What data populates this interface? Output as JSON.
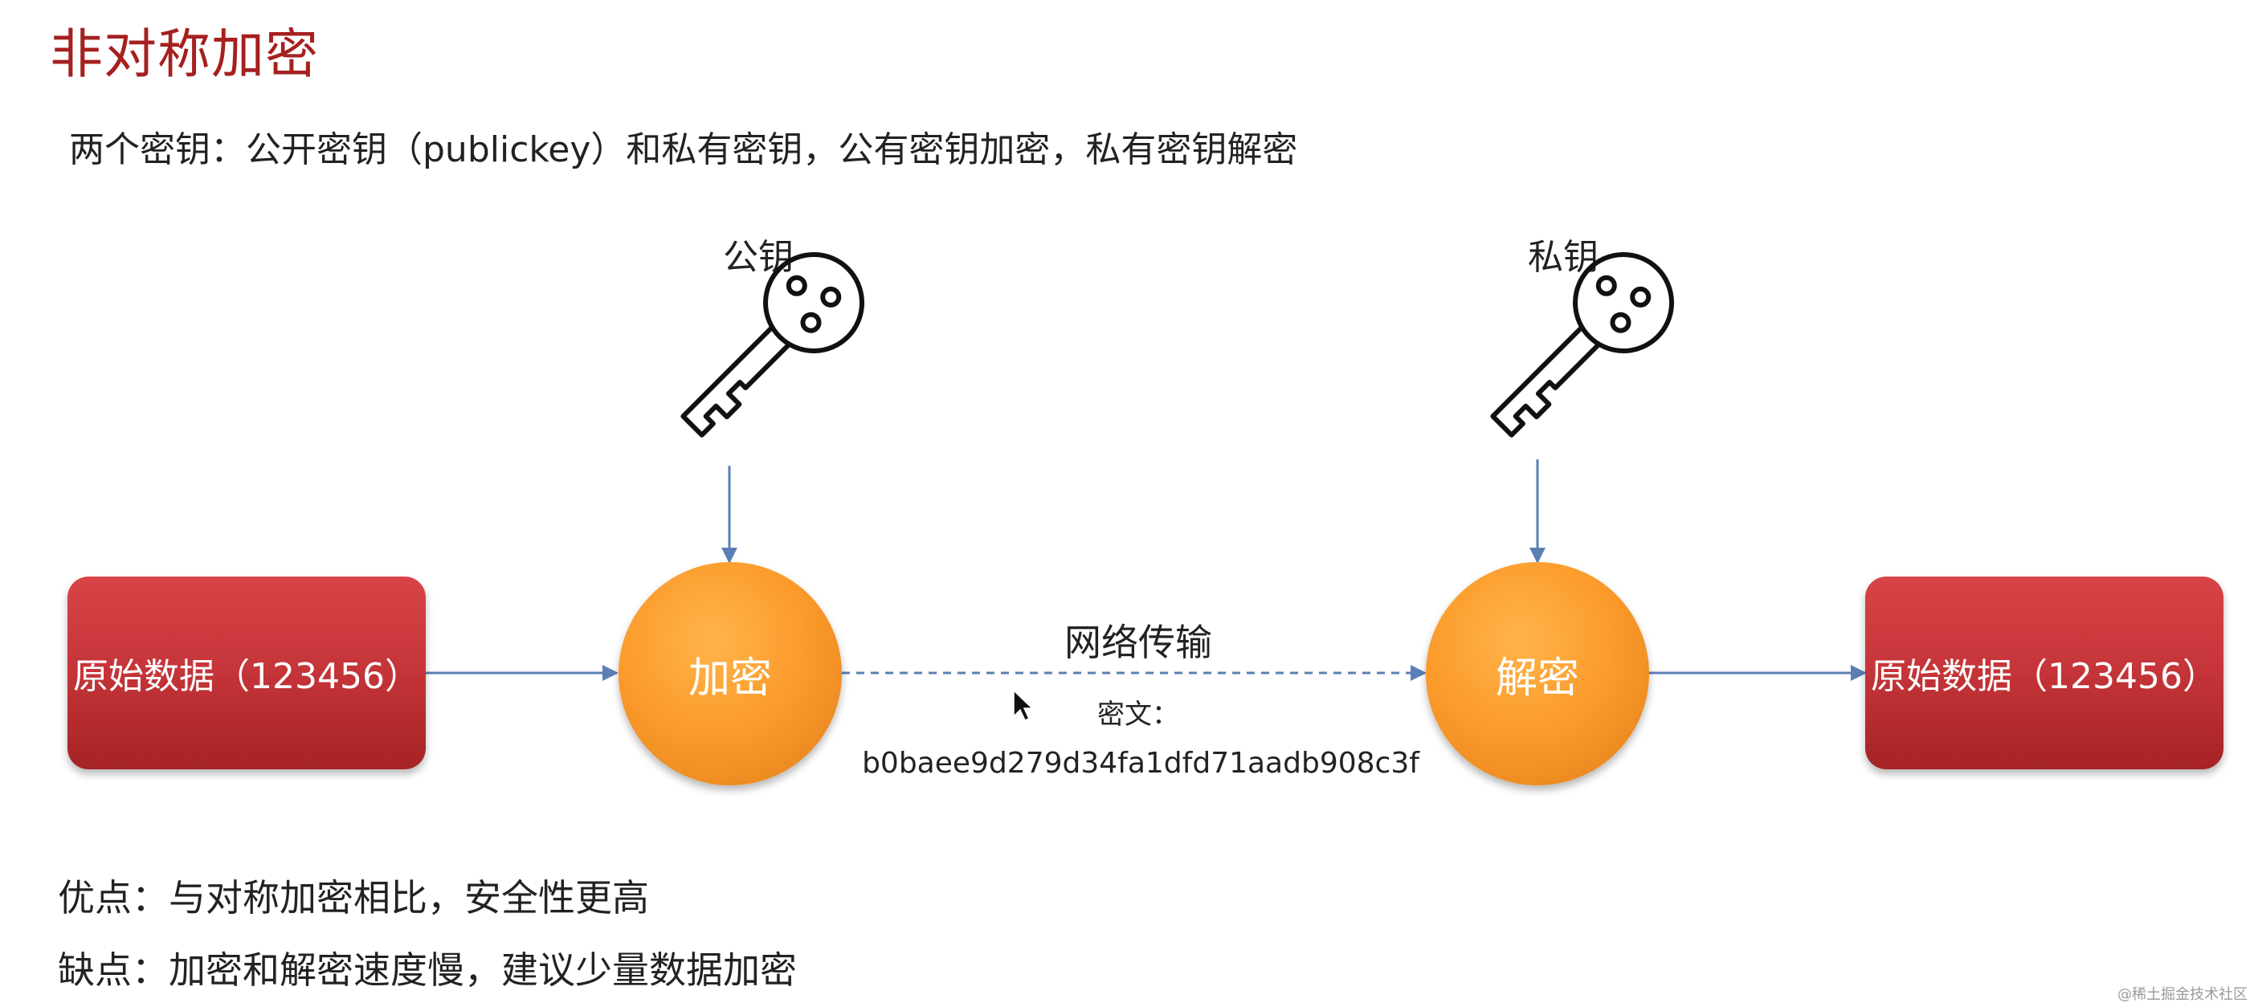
{
  "title": "非对称加密",
  "subtitle": "两个密钥：公开密钥（publickey）和私有密钥，公有密钥加密，私有密钥解密",
  "public_key": {
    "label": "公钥",
    "icon": "key-icon"
  },
  "private_key": {
    "label": "私钥",
    "icon": "key-icon"
  },
  "source_data": "原始数据（123456）",
  "encrypt_node": "加密",
  "decrypt_node": "解密",
  "target_data": "原始数据（123456）",
  "transmission": {
    "label": "网络传输",
    "cipher_label": "密文：",
    "cipher_value": "b0baee9d279d34fa1dfd71aadb908c3f"
  },
  "pros": "优点：与对称加密相比，安全性更高",
  "cons": "缺点：加密和解密速度慢，建议少量数据加密",
  "watermark": "@稀土掘金技术社区",
  "colors": {
    "title": "#a5201f",
    "data_box": "#c43438",
    "process_circle": "#fb9a2a",
    "arrow": "#5b7fb5"
  }
}
